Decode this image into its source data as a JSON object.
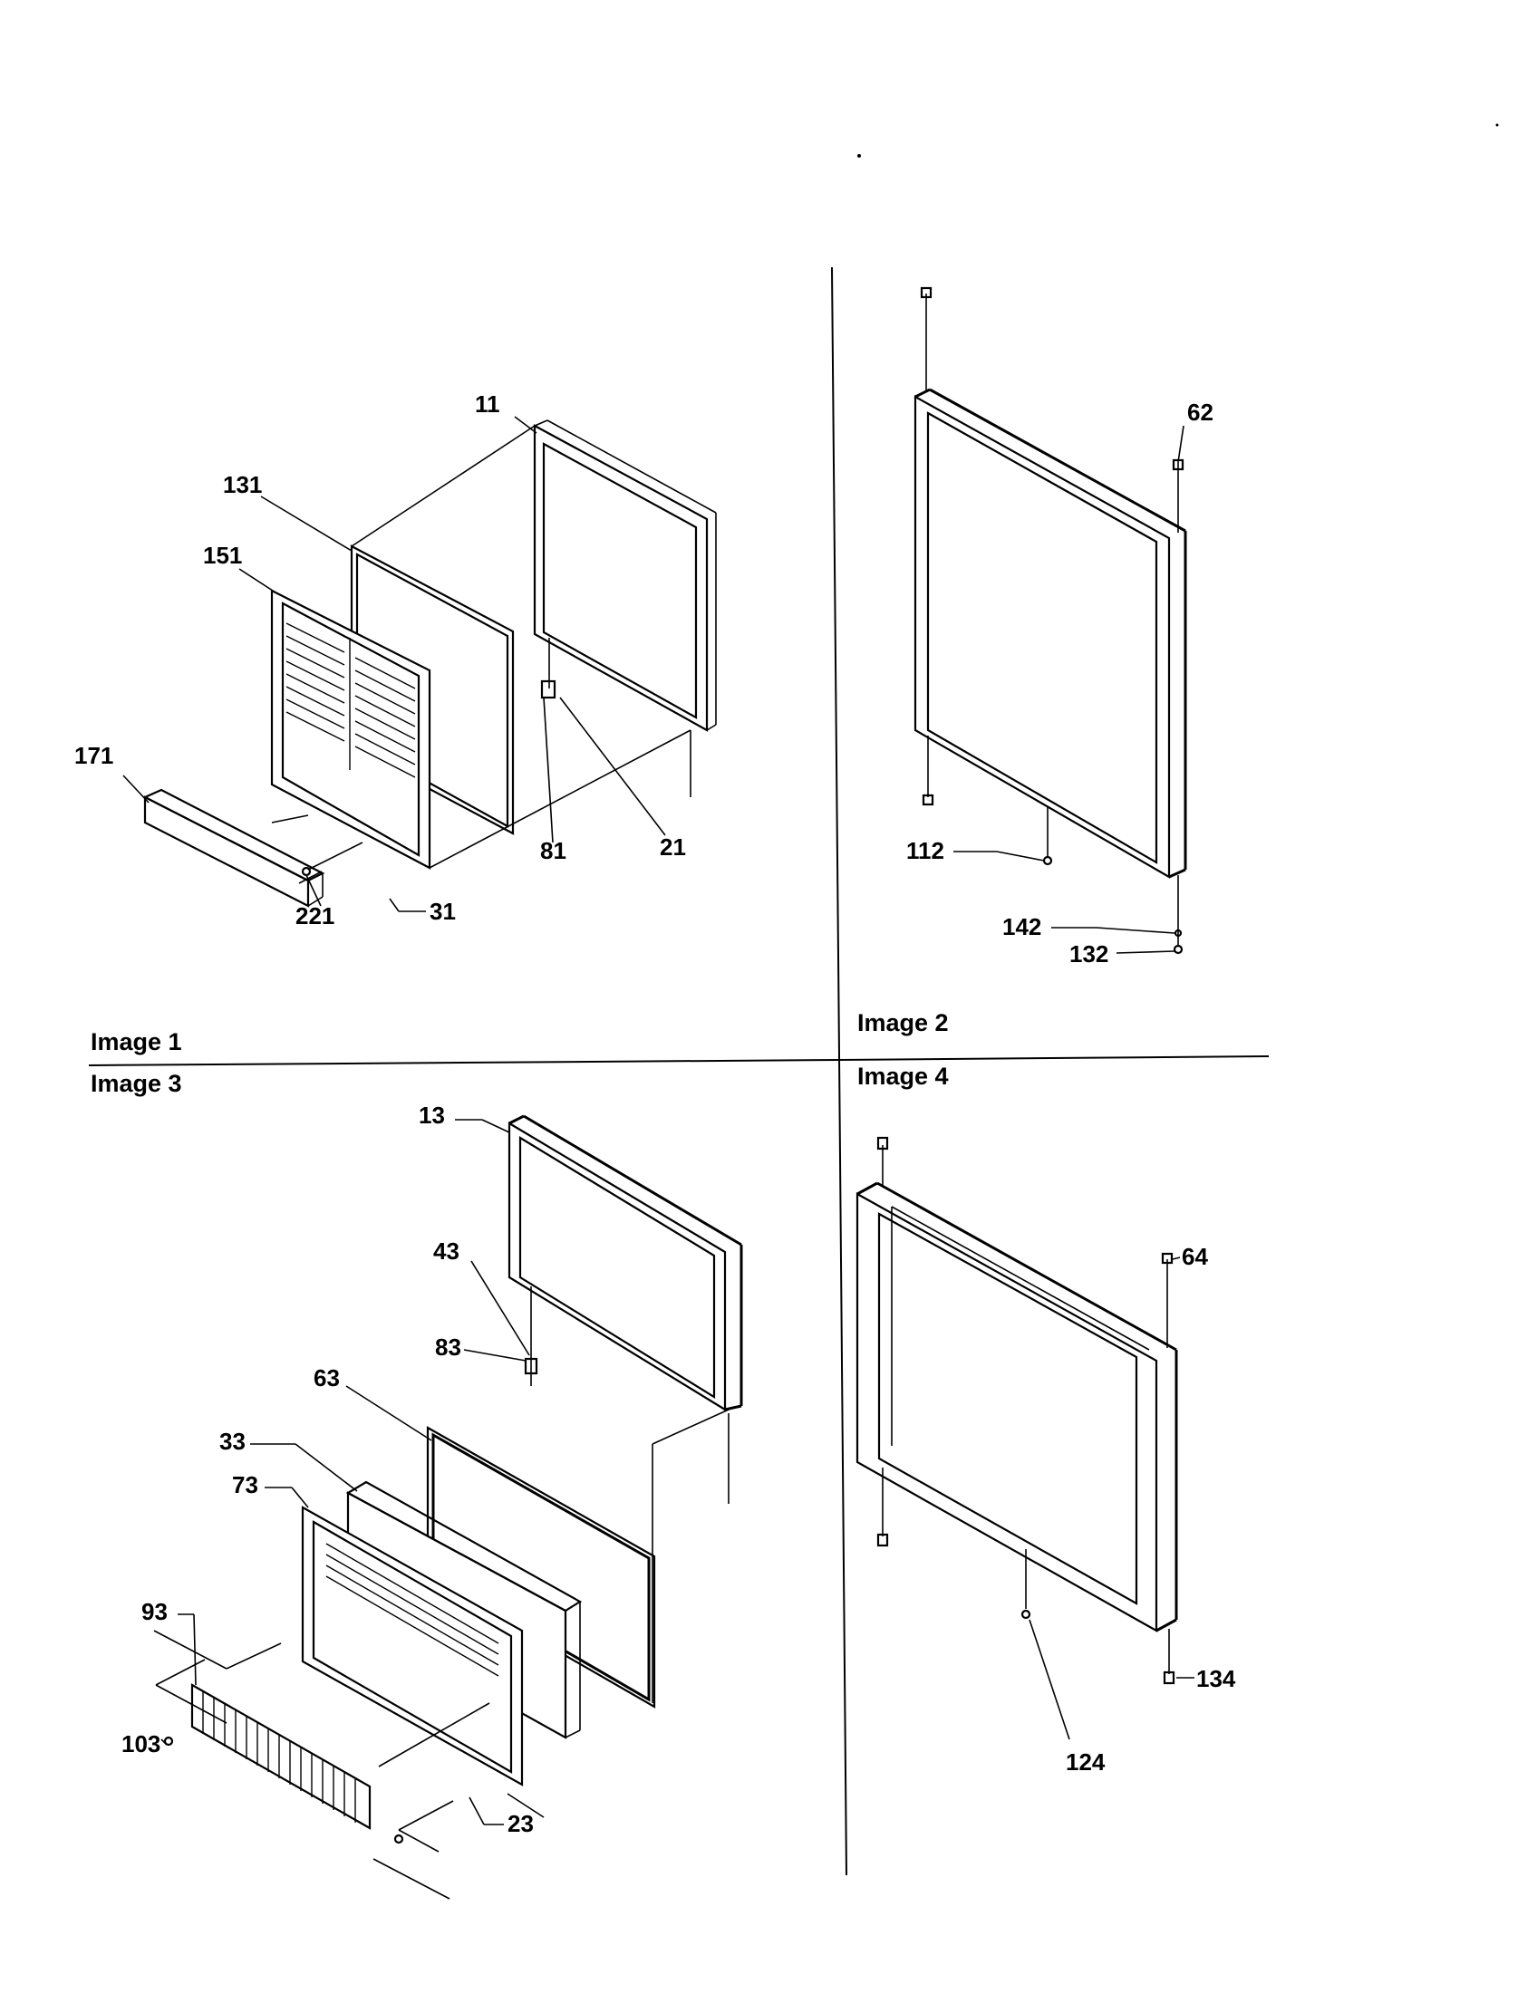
{
  "panels": [
    {
      "title": "Image 1",
      "labels": [
        "11",
        "131",
        "151",
        "171",
        "221",
        "31",
        "81",
        "21"
      ]
    },
    {
      "title": "Image 2",
      "labels": [
        "62",
        "112",
        "142",
        "132"
      ]
    },
    {
      "title": "Image 3",
      "labels": [
        "13",
        "43",
        "83",
        "63",
        "33",
        "73",
        "93",
        "103",
        "23"
      ]
    },
    {
      "title": "Image 4",
      "labels": [
        "64",
        "134",
        "124"
      ]
    }
  ]
}
